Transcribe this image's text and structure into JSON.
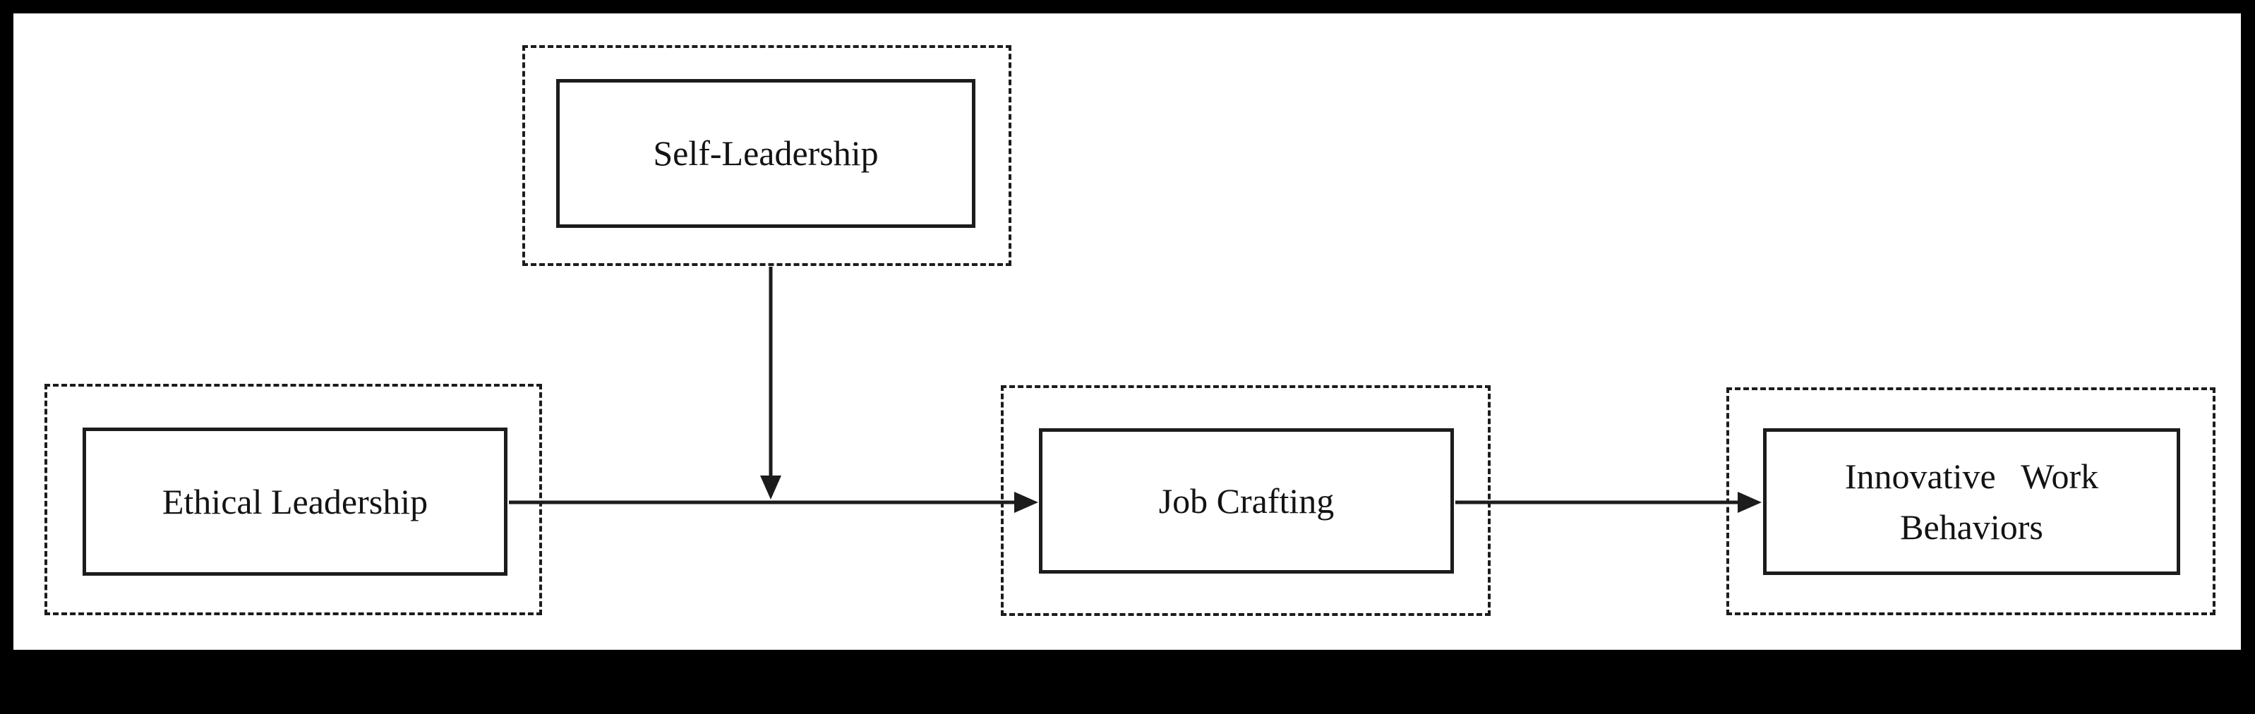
{
  "figure": {
    "background_color": "#000000",
    "panel_color": "#ffffff",
    "line_color": "#1c1c1c",
    "nodes": {
      "self_leadership": {
        "label": "Self-Leadership"
      },
      "ethical_leadership": {
        "label": "Ethical Leadership"
      },
      "job_crafting": {
        "label": "Job Crafting"
      },
      "innovative_work_behaviors": {
        "label": "Innovative Work Behaviors"
      }
    },
    "edges": [
      {
        "from": "Ethical Leadership",
        "to": "Job Crafting",
        "type": "arrow"
      },
      {
        "from": "Job Crafting",
        "to": "Innovative Work Behaviors",
        "type": "arrow"
      },
      {
        "from": "Self-Leadership",
        "to": "Ethical Leadership → Job Crafting arrow",
        "type": "arrow"
      }
    ]
  }
}
